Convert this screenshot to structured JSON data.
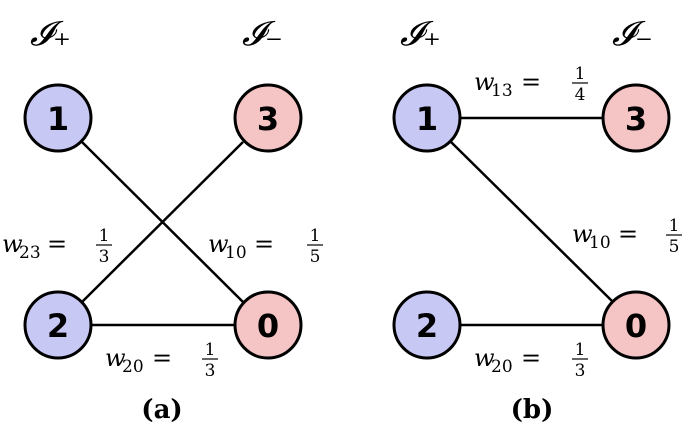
{
  "set_labels": {
    "plus": "𝓘₊",
    "minus": "𝓘₋"
  },
  "panel_a": {
    "caption": "(a)",
    "nodes": {
      "n1": "1",
      "n2": "2",
      "n3": "3",
      "n0": "0"
    },
    "edges": {
      "w23": {
        "var": "w",
        "sub": "23",
        "eq": "=",
        "num": "1",
        "den": "3"
      },
      "w10": {
        "var": "w",
        "sub": "10",
        "eq": "=",
        "num": "1",
        "den": "5"
      },
      "w20": {
        "var": "w",
        "sub": "20",
        "eq": "=",
        "num": "1",
        "den": "3"
      }
    }
  },
  "panel_b": {
    "caption": "(b)",
    "nodes": {
      "n1": "1",
      "n2": "2",
      "n3": "3",
      "n0": "0"
    },
    "edges": {
      "w13": {
        "var": "w",
        "sub": "13",
        "eq": "=",
        "num": "1",
        "den": "4"
      },
      "w10": {
        "var": "w",
        "sub": "10",
        "eq": "=",
        "num": "1",
        "den": "5"
      },
      "w20": {
        "var": "w",
        "sub": "20",
        "eq": "=",
        "num": "1",
        "den": "3"
      }
    }
  },
  "colors": {
    "positive_node": "#c8c8f5",
    "negative_node": "#f5c4c4"
  }
}
